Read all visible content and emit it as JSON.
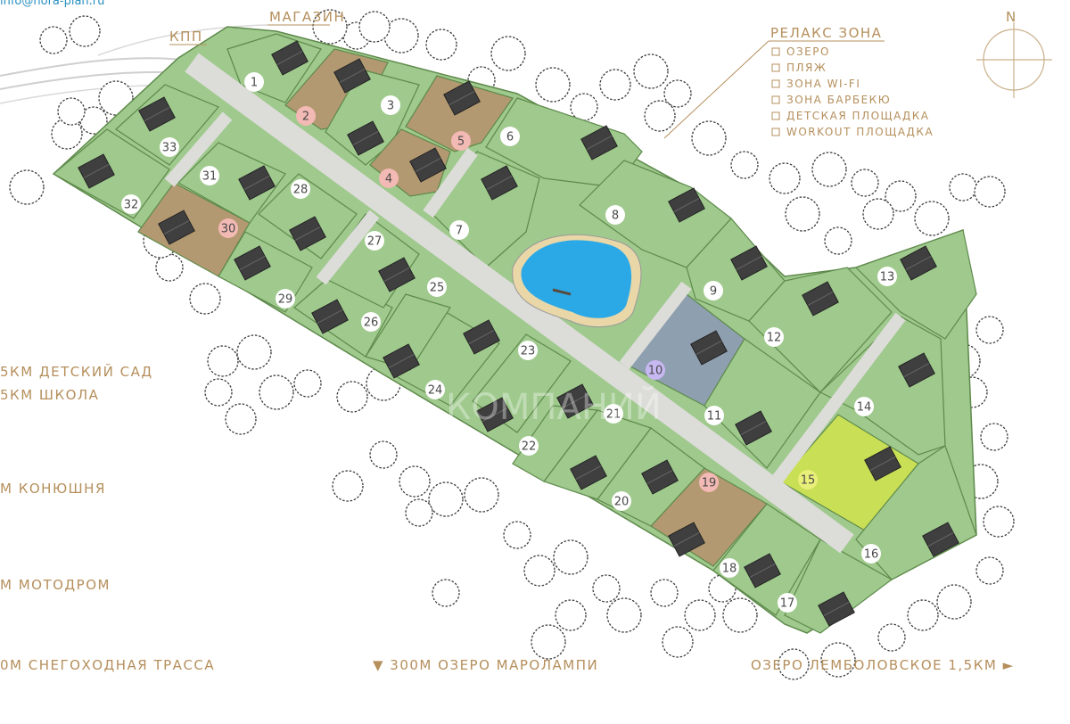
{
  "top_url": "info@norа-plan.ru",
  "labels": {
    "kpp": "КПП",
    "shop": "МАГАЗИН",
    "north": "N"
  },
  "relax": {
    "title": "РЕЛАКС ЗОНА",
    "items": [
      "ОЗЕРО",
      "ПЛЯЖ",
      "ЗОНА WI-FI",
      "ЗОНА БАРБЕКЮ",
      "ДЕТСКАЯ ПЛОЩАДКА",
      "WORKOUT ПЛОЩАДКА"
    ]
  },
  "distances": [
    "5КМ ДЕТСКИЙ САД",
    "5КМ ШКОЛА",
    "М КОНЮШНЯ",
    "М МОТОДРОМ",
    "0М СНЕГОХОДНАЯ ТРАССА"
  ],
  "bottom": {
    "lake_maro": "▼ 300М ОЗЕРО МАРОЛАМПИ",
    "lake_lembo": "ОЗЕРО ЛЕМБОЛОВСКОЕ 1,5КМ ►"
  },
  "watermark": "КОМПАНИЙ",
  "colors": {
    "plot_green": "#9fc98d",
    "plot_sold_brown": "#b39971",
    "plot_reserved_blue": "#8e9fb0",
    "plot_special_lime": "#c9df55",
    "road": "#dcdcd8",
    "lake": "#2ba9e6",
    "label_brown": "#b58f5c"
  },
  "plots": [
    {
      "n": "1",
      "status": "free"
    },
    {
      "n": "2",
      "status": "sold"
    },
    {
      "n": "3",
      "status": "free"
    },
    {
      "n": "4",
      "status": "sold"
    },
    {
      "n": "5",
      "status": "sold"
    },
    {
      "n": "6",
      "status": "free"
    },
    {
      "n": "7",
      "status": "free"
    },
    {
      "n": "8",
      "status": "free"
    },
    {
      "n": "9",
      "status": "free"
    },
    {
      "n": "10",
      "status": "reserved"
    },
    {
      "n": "11",
      "status": "free"
    },
    {
      "n": "12",
      "status": "free"
    },
    {
      "n": "13",
      "status": "free"
    },
    {
      "n": "14",
      "status": "free"
    },
    {
      "n": "15",
      "status": "special"
    },
    {
      "n": "16",
      "status": "free"
    },
    {
      "n": "17",
      "status": "free"
    },
    {
      "n": "18",
      "status": "free"
    },
    {
      "n": "19",
      "status": "sold"
    },
    {
      "n": "20",
      "status": "free"
    },
    {
      "n": "21",
      "status": "free"
    },
    {
      "n": "22",
      "status": "free"
    },
    {
      "n": "23",
      "status": "free"
    },
    {
      "n": "24",
      "status": "free"
    },
    {
      "n": "25",
      "status": "free"
    },
    {
      "n": "26",
      "status": "free"
    },
    {
      "n": "27",
      "status": "free"
    },
    {
      "n": "28",
      "status": "free"
    },
    {
      "n": "29",
      "status": "free"
    },
    {
      "n": "30",
      "status": "sold"
    },
    {
      "n": "31",
      "status": "free"
    },
    {
      "n": "32",
      "status": "free"
    },
    {
      "n": "33",
      "status": "free"
    }
  ]
}
